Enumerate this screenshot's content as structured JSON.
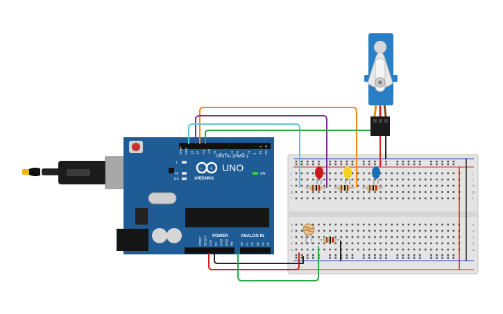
{
  "board": {
    "brand": "UNO",
    "logo_text": "ARDUINO",
    "digital_header": "DIGITAL (PWM~)",
    "power_header": "POWER",
    "analog_header": "ANALOG IN",
    "on_label": "ON",
    "led_labels": [
      "L",
      "TX",
      "RX"
    ],
    "digital_pins": [
      "AREF",
      "GND",
      "13",
      "12",
      "~11",
      "~10",
      "~9",
      "8",
      "7",
      "~6",
      "~5",
      "4",
      "~3",
      "2",
      "TX→1",
      "RX←0"
    ],
    "power_pins": [
      "IOREF",
      "RESET",
      "3.3V",
      "5V",
      "GND",
      "GND",
      "Vin"
    ],
    "analog_pins": [
      "A0",
      "A1",
      "A2",
      "A3",
      "A4",
      "A5"
    ]
  },
  "breadboard": {
    "row_letters_top": [
      "j",
      "i",
      "h",
      "g",
      "f"
    ],
    "row_letters_bottom": [
      "e",
      "d",
      "c",
      "b",
      "a"
    ]
  },
  "colors": {
    "board": "#1f5c96",
    "breadboard": "#e4e4e4",
    "wire_orange": "#f0880a",
    "wire_purple": "#7b2d8e",
    "wire_cyan": "#5ec7d6",
    "wire_green": "#28a745",
    "wire_red": "#d21f1f",
    "wire_black": "#222222",
    "led_red": "#c91a1a",
    "led_yellow": "#f2d21a",
    "led_blue": "#1a6fb5",
    "servo": "#2a7fc4"
  }
}
